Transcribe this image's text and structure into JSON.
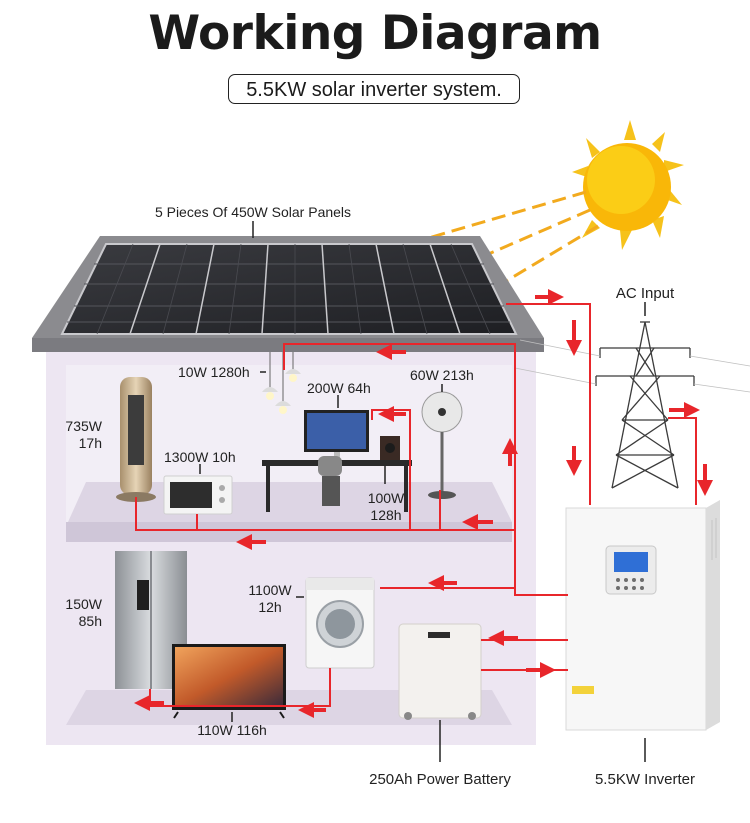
{
  "title": "Working Diagram",
  "subtitle": "5.5KW solar inverter system.",
  "labels": {
    "solar_panels": "5 Pieces Of 450W Solar Panels",
    "ac_input": "AC Input",
    "lamp": "10W 1280h",
    "computer": "200W 64h",
    "fan": "60W 213h",
    "tower_fan_watt": "735W",
    "tower_fan_hours": "17h",
    "microwave": "1300W 10h",
    "speaker_watt": "100W",
    "speaker_hours": "128h",
    "fridge_watt": "150W",
    "fridge_hours": "85h",
    "washer_watt": "1100W",
    "washer_hours": "12h",
    "tv": "110W 116h",
    "battery": "250Ah Power Battery",
    "inverter": "5.5KW Inverter"
  },
  "colors": {
    "wire": "#e8262b",
    "sun": "#f9b708",
    "sun_ray": "#f2aa1e",
    "house_wall": "#ede6f2",
    "roof": "#8b8b8f",
    "panel": "#2a2b2f"
  }
}
